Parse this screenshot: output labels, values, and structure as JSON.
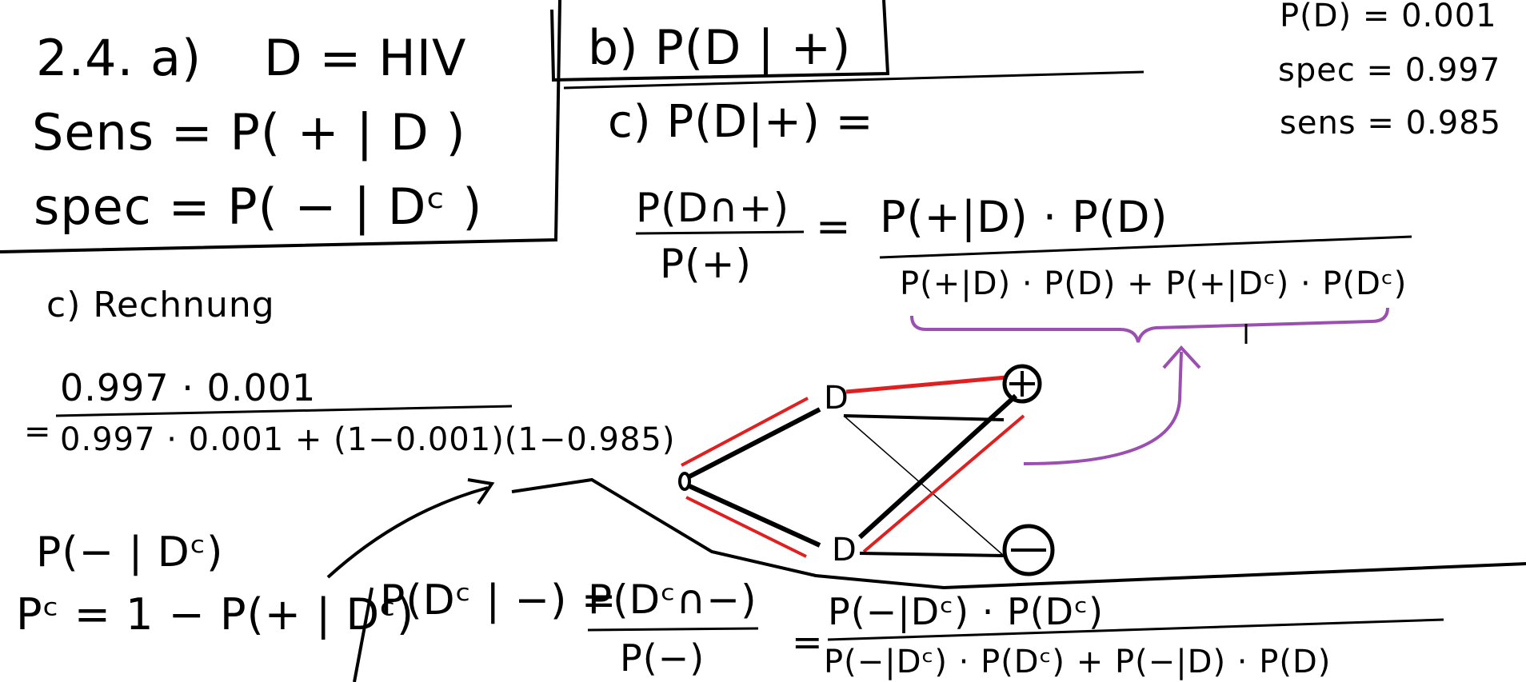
{
  "page": {
    "definitions": {
      "heading": "2.4. a)",
      "def_d": "D = HIV",
      "sens": "Sens = P( + | D )",
      "spec": "spec = P(  − | Dᶜ )"
    },
    "part_b": "b) P(D | +)",
    "part_c": {
      "header": "c) P(D|+) =",
      "lhs_num": "P(D∩+)",
      "lhs_den": "P(+)",
      "equals": "=",
      "rhs_num": "P(+|D) · P(D)",
      "rhs_den": "P(+|D) · P(D) + P(+|Dᶜ) · P(Dᶜ)"
    },
    "givens": {
      "p_d": "P(D) = 0.001",
      "spec": "spec = 0.997",
      "sens": "sens = 0.985"
    },
    "calc": {
      "label": "c) Rechnung",
      "equals": "=",
      "numerator": "0.997 · 0.001",
      "denominator": "0.997 · 0.001 + (1−0.001)(1−0.985)"
    },
    "complement": {
      "line1": "P(− | Dᶜ)",
      "line2": "Pᶜ = 1 − P(+ | Dᶜ)"
    },
    "bottom": {
      "lhs": "P(Dᶜ | −) =",
      "mid_num": "P(Dᶜ∩−)",
      "mid_den": "P(−)",
      "equals": "=",
      "rhs_num": "P(−|Dᶜ) · P(Dᶜ)",
      "rhs_den": "P(−|Dᶜ) · P(Dᶜ) + P(−|D) · P(D)"
    },
    "tree": {
      "node_d": "D",
      "node_dc": "D"
    },
    "colors": {
      "ink": "#000000",
      "highlight": "#e02020",
      "arrow": "#9b4fb0"
    }
  }
}
